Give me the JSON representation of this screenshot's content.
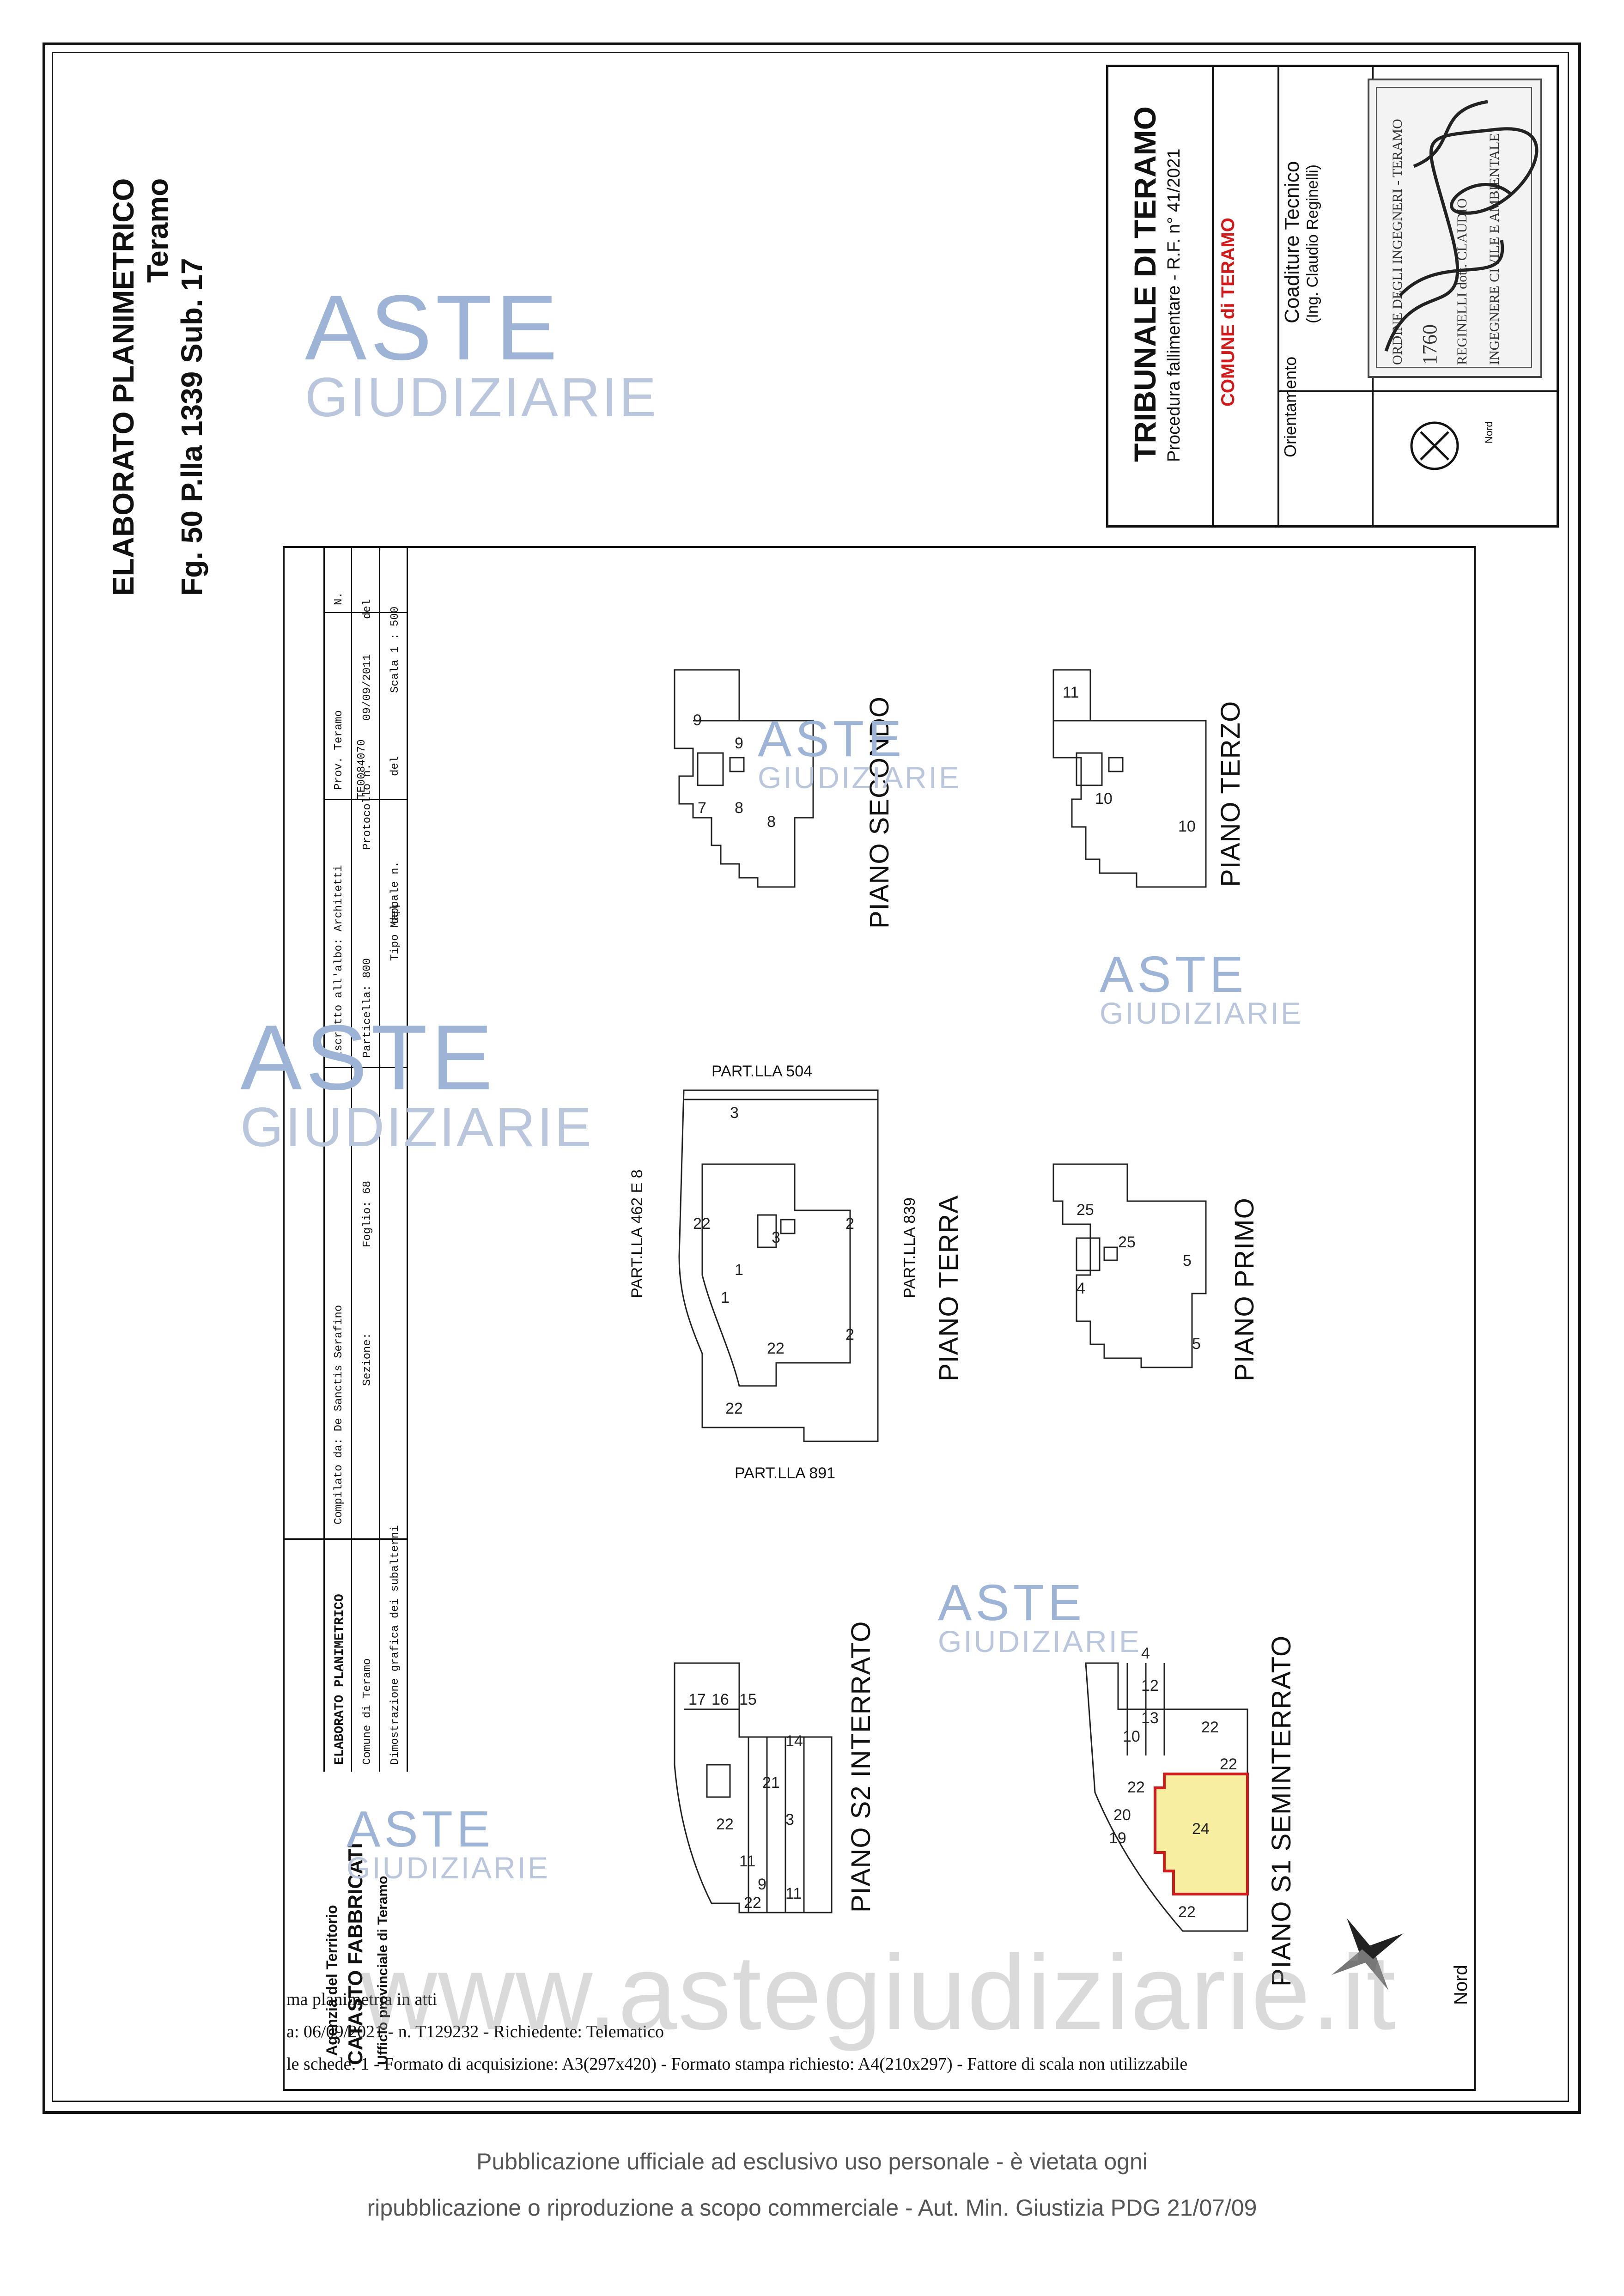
{
  "doc_title": {
    "line1": "ELABORATO PLANIMETRICO",
    "line2": "Teramo",
    "line3": "Fg. 50 P.lla 1339 Sub. 17"
  },
  "header_box": {
    "court": "TRIBUNALE DI TERAMO",
    "procedure": "Procedura fallimentare - R.F. n° 41/2021",
    "comune": "COMUNE di TERAMO",
    "orientation_label": "Orientamento",
    "orientation_nord": "Nord",
    "technician_role": "Coaditure Tecnico",
    "technician_name": "(Ing. Claudio Reginelli)",
    "stamp_lines": [
      "ORDINE DEGLI INGEGNERI - TERAMO",
      "1760",
      "REGINELLI dott. CLAUDIO",
      "INGEGNERE CIVILE E AMBIENTALE"
    ]
  },
  "cadastre": {
    "agency": "Agenzia del Territorio",
    "catasto": "CATASTO FABBRICATI",
    "ufficio": "Ufficio provinciale di Teramo",
    "form_title": "ELABORATO PLANIMETRICO",
    "comune_di": "Comune di Teramo",
    "dimostrazione": "Dimostrazione grafica dei subalterni",
    "compilato": "Compilato da: De Sanctis Serafino",
    "sezione": "Sezione:",
    "foglio": "Foglio: 68",
    "iscritto": "Iscritto all'albo: Architetti",
    "particella": "Particella: 800",
    "tipo_mappale": "Tipo Mappale n.",
    "del": "del",
    "prov": "Prov. Teramo",
    "n_label": "N.",
    "protocollo": "Protocollo n.",
    "protocollo_num": "TE0084070",
    "protocollo_date": "09/09/2011",
    "del2": "del",
    "scala": "Scala 1 : 500",
    "del3": "del"
  },
  "footer_lines": [
    "ma planimetria in atti",
    "a: 06/09/2021 - n. T129232 - Richiedente: Telematico",
    "le schede: 1 - Formato di acquisizione: A3(297x420)  - Formato stampa richiesto: A4(210x297) - Fattore di scala non utilizzabile"
  ],
  "plans": {
    "secondo": "PIANO SECONDO",
    "terzo": "PIANO TERZO",
    "terra": "PIANO TERRA",
    "primo": "PIANO PRIMO",
    "s2": "PIANO S2 INTERRATO",
    "s1": "PIANO S1 SEMINTERRATO"
  },
  "parts": {
    "p504": "PART.LLA 504",
    "p462": "PART.LLA 462 E 8",
    "p839": "PART.LLA 839",
    "p891": "PART.LLA 891"
  },
  "compass_label": "Nord",
  "watermarks": {
    "aste": "ASTE",
    "giudiziarie": "GIUDIZIARIE",
    "site": "www.astegiudiziarie.it"
  },
  "publication": {
    "line1": "Pubblicazione ufficiale ad esclusivo uso personale - è vietata ogni",
    "line2": "ripubblicazione o riproduzione a scopo commerciale - Aut. Min. Giustizia PDG 21/07/09"
  },
  "colors": {
    "highlight_fill": "#f7ef9f",
    "highlight_border": "#d21a1a",
    "comune_red": "#d21a1a",
    "watermark_blue": "#9db4d6"
  }
}
